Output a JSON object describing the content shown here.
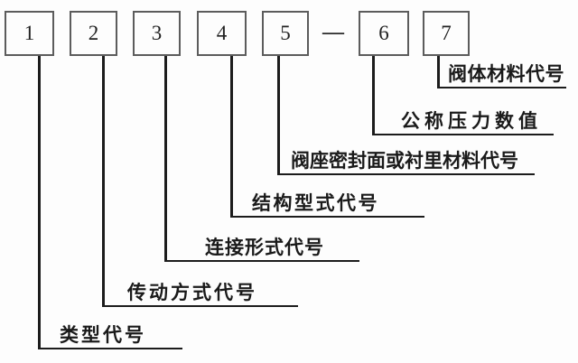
{
  "diagram": {
    "description": "valve-model-designation-code-diagram",
    "separator": "—",
    "boxes": [
      {
        "number": "1",
        "label": "类型代号"
      },
      {
        "number": "2",
        "label": "传动方式代号"
      },
      {
        "number": "3",
        "label": "连接形式代号"
      },
      {
        "number": "4",
        "label": "结构型式代号"
      },
      {
        "number": "5",
        "label": "阀座密封面或衬里材料代号"
      },
      {
        "number": "6",
        "label": "公称压力数值"
      },
      {
        "number": "7",
        "label": "阀体材料代号"
      }
    ],
    "colors": {
      "background": "#fdfdfd",
      "box_border": "#5c5c5c",
      "line": "#1c1c1c",
      "text": "#1a1a1a"
    }
  }
}
